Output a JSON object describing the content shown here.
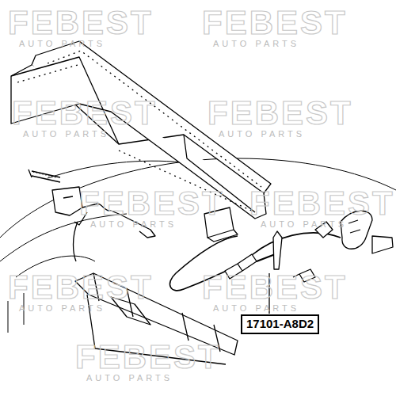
{
  "diagram": {
    "nodes": [
      {
        "text": [
          "17101-A8D2"
        ]
      }
    ],
    "labels": [
      "FEBEST",
      "AUTO PARTS",
      "FEBEST",
      "AUTO PARTS",
      "FEBEST",
      "AUTO PARTS",
      "FEBEST",
      "AUTO PARTS",
      "FEBEST",
      "AUTO PARTS",
      "FEBEST",
      "AUTO PARTS",
      "FEBEST",
      "AUTO PARTS",
      "FEBEST",
      "AUTO PARTS",
      "FEBEST",
      "AUTO PARTS"
    ]
  }
}
